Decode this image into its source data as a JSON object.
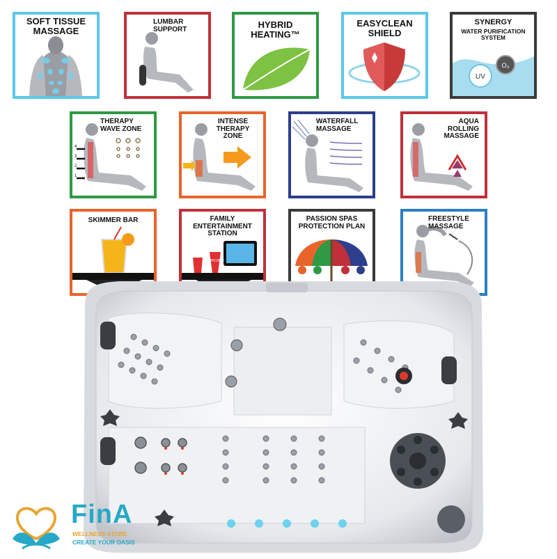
{
  "features": {
    "soft_tissue": {
      "title": "SOFT TISSUE\nMASSAGE",
      "border": "#5bc8e6"
    },
    "lumbar": {
      "title": "LUMBAR\nSUPPORT",
      "border": "#c0303a"
    },
    "hybrid": {
      "title": "HYBRID\nHEATING™",
      "border": "#2e9a45"
    },
    "easyclean": {
      "title": "EASYCLEAN\nSHIELD",
      "border": "#5bc8e6"
    },
    "synergy": {
      "title": "SYNERGY",
      "subtitle": "WATER PURIFICATION\nSYSTEM",
      "uv_label": "UV",
      "o3_label": "O₃",
      "border": "#3a3a3a"
    },
    "therapy_wave": {
      "title": "THERAPY\nWAVE ZONE",
      "border": "#2e9a45",
      "scale": [
        "4",
        "3",
        "2",
        "1"
      ]
    },
    "intense": {
      "title": "INTENSE\nTHERAPY\nZONE",
      "border": "#e8642a"
    },
    "waterfall": {
      "title": "WATERFALL\nMASSAGE",
      "border": "#2c3e8c"
    },
    "aqua": {
      "title": "AQUA\nROLLING\nMASSAGE",
      "border": "#c0303a"
    },
    "skimmer": {
      "title": "SKIMMER BAR",
      "border": "#e8642a"
    },
    "family": {
      "title": "FAMILY\nENTERTAINMENT\nSTATION",
      "border": "#c0303a",
      "popcorn_label": "POPCORN"
    },
    "passion": {
      "title": "PASSION SPAS\nPROTECTION PLAN",
      "border": "#3a3a3a"
    },
    "freestyle": {
      "title": "FREESTYLE\nMASSAGE",
      "border": "#2b7fc2"
    }
  },
  "logo": {
    "name": "FinA",
    "line1": "WELLNESS STORE",
    "line2": "CREATE YOUR OASIS",
    "color_teal": "#27a8c8",
    "color_gold": "#e8a531"
  }
}
